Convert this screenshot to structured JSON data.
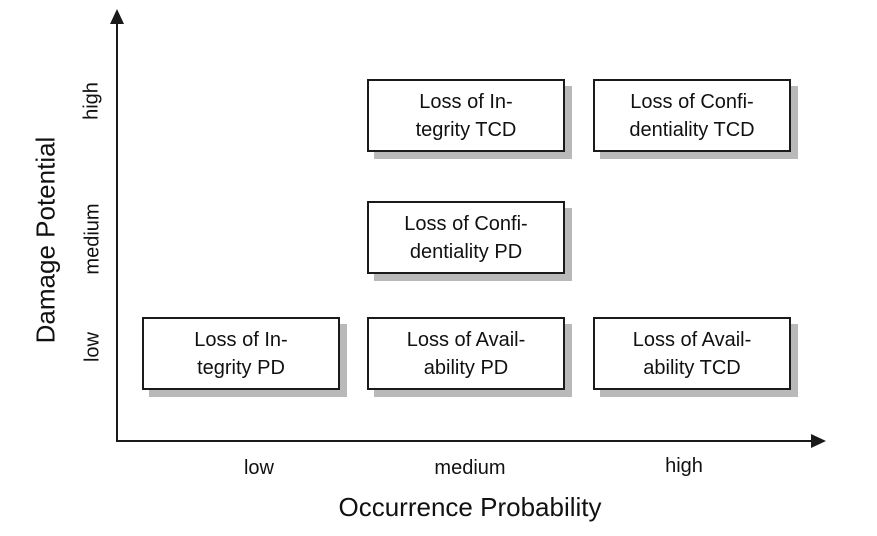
{
  "axes": {
    "x": {
      "label": "Occurrence Probability",
      "ticks": [
        "low",
        "medium",
        "high"
      ]
    },
    "y": {
      "label": "Damage Potential",
      "ticks": [
        "low",
        "medium",
        "high"
      ]
    }
  },
  "colors": {
    "box_border": "#1a1a1a",
    "box_shadow": "#b9b9b9",
    "text": "#111111",
    "background": "#ffffff"
  },
  "nodes": [
    {
      "label": "Loss of Integrity TCD",
      "line1": "Loss of In-",
      "line2": "tegrity TCD",
      "x": "medium",
      "y": "high"
    },
    {
      "label": "Loss of Confidentiality TCD",
      "line1": "Loss of Confi-",
      "line2": "dentiality TCD",
      "x": "high",
      "y": "high"
    },
    {
      "label": "Loss of Confidentiality PD",
      "line1": "Loss of Confi-",
      "line2": "dentiality PD",
      "x": "medium",
      "y": "medium"
    },
    {
      "label": "Loss of Integrity PD",
      "line1": "Loss of In-",
      "line2": "tegrity PD",
      "x": "low",
      "y": "low"
    },
    {
      "label": "Loss of Availability PD",
      "line1": "Loss of Avail-",
      "line2": "ability PD",
      "x": "medium",
      "y": "low"
    },
    {
      "label": "Loss of Availability TCD",
      "line1": "Loss of Avail-",
      "line2": "ability TCD",
      "x": "high",
      "y": "low"
    }
  ]
}
